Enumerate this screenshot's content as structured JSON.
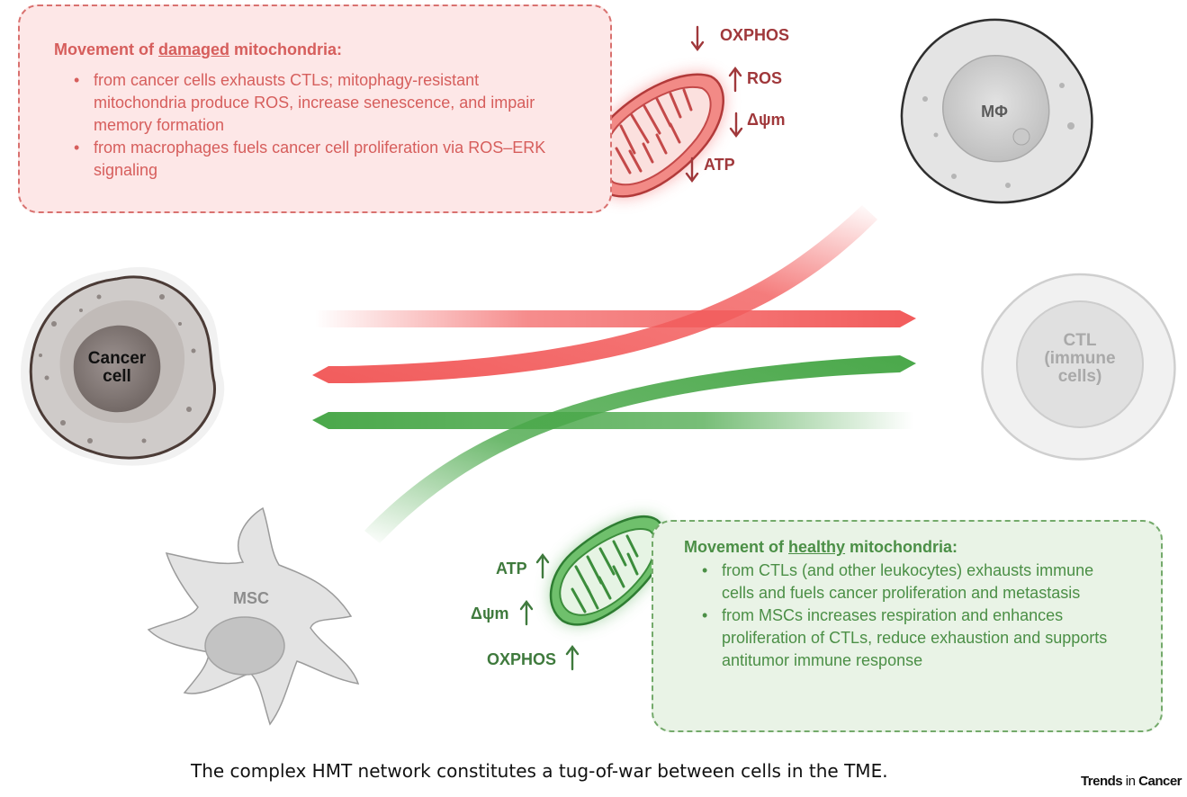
{
  "damaged_box": {
    "title_prefix": "Movement of ",
    "title_emph": "damaged",
    "title_suffix": " mitochondria:",
    "bullets": [
      "from cancer cells exhausts CTLs; mitophagy-resistant mitochondria produce ROS, increase senescence, and impair memory formation",
      "from macrophages fuels cancer cell proliferation via ROS–ERK signaling"
    ]
  },
  "healthy_box": {
    "title_prefix": "Movement of ",
    "title_emph": "healthy",
    "title_suffix": " mitochondria:",
    "bullets": [
      "from CTLs (and other leukocytes) exhausts immune cells and fuels cancer proliferation and metastasis",
      "from MSCs increases respiration and enhances proliferation of CTLs, reduce exhaustion and supports antitumor immune response"
    ]
  },
  "damaged_markers": {
    "oxphos": "OXPHOS",
    "ros": "ROS",
    "dpsi": "Δψm",
    "atp": "ATP"
  },
  "healthy_markers": {
    "atp": "ATP",
    "dpsi": "Δψm",
    "oxphos": "OXPHOS"
  },
  "cells": {
    "cancer_line1": "Cancer",
    "cancer_line2": "cell",
    "macrophage": "MΦ",
    "ctl_line1": "CTL",
    "ctl_line2": "(immune",
    "ctl_line3": "cells)",
    "msc": "MSC"
  },
  "caption": "The complex HMT network constitutes a tug-of-war between cells in the TME.",
  "brand": {
    "bold": "Trends",
    "thin": " in ",
    "bold2": "Cancer"
  },
  "colors": {
    "damaged": "#f25c5c",
    "healthy": "#4aa84a",
    "damaged_text": "#d65e5c",
    "healthy_text": "#4b8f46"
  }
}
